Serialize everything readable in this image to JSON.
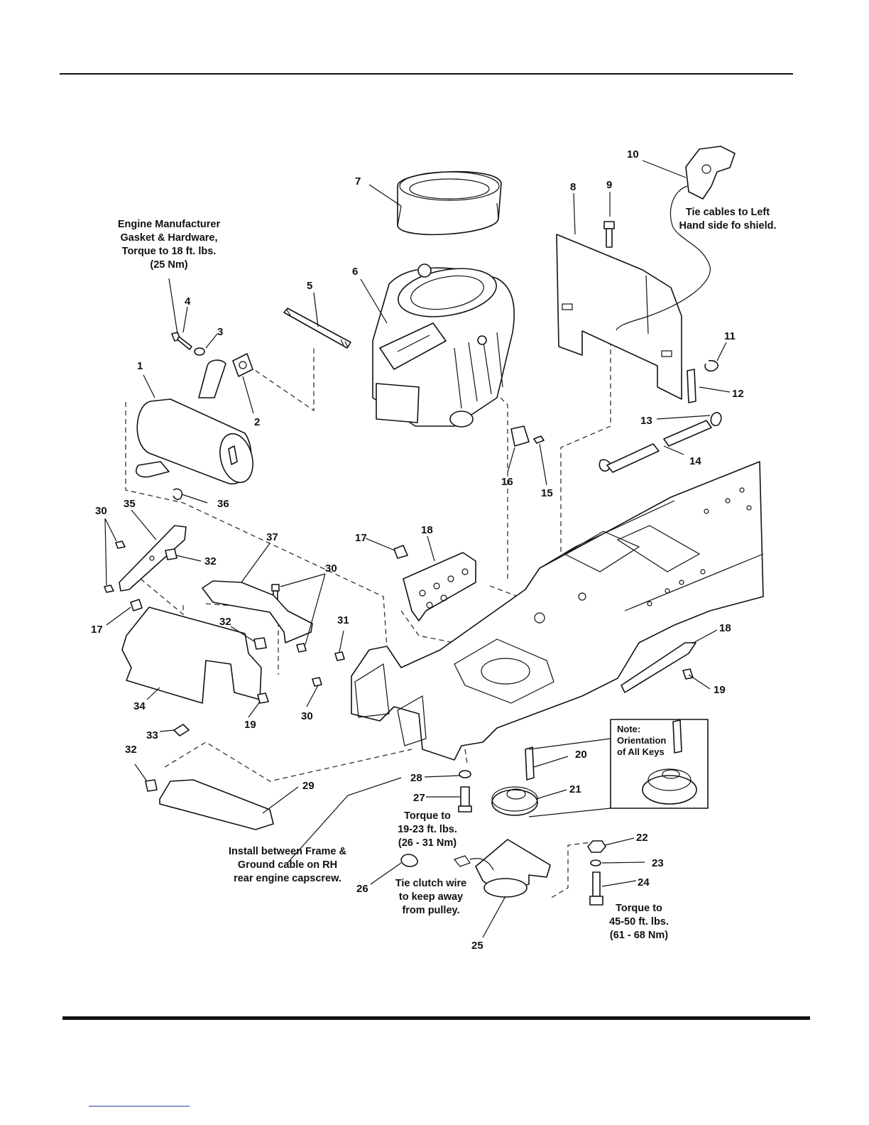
{
  "callouts": [
    {
      "id": "c1",
      "text": "1"
    },
    {
      "id": "c2",
      "text": "2"
    },
    {
      "id": "c3",
      "text": "3"
    },
    {
      "id": "c4",
      "text": "4"
    },
    {
      "id": "c5",
      "text": "5"
    },
    {
      "id": "c6",
      "text": "6"
    },
    {
      "id": "c7",
      "text": "7"
    },
    {
      "id": "c8",
      "text": "8"
    },
    {
      "id": "c9",
      "text": "9"
    },
    {
      "id": "c10",
      "text": "10"
    },
    {
      "id": "c11",
      "text": "11"
    },
    {
      "id": "c12",
      "text": "12"
    },
    {
      "id": "c13",
      "text": "13"
    },
    {
      "id": "c14",
      "text": "14"
    },
    {
      "id": "c15",
      "text": "15"
    },
    {
      "id": "c16",
      "text": "16"
    },
    {
      "id": "c17a",
      "text": "17"
    },
    {
      "id": "c17b",
      "text": "17"
    },
    {
      "id": "c18a",
      "text": "18"
    },
    {
      "id": "c18b",
      "text": "18"
    },
    {
      "id": "c19a",
      "text": "19"
    },
    {
      "id": "c19b",
      "text": "19"
    },
    {
      "id": "c20",
      "text": "20"
    },
    {
      "id": "c21",
      "text": "21"
    },
    {
      "id": "c22",
      "text": "22"
    },
    {
      "id": "c23",
      "text": "23"
    },
    {
      "id": "c24",
      "text": "24"
    },
    {
      "id": "c25",
      "text": "25"
    },
    {
      "id": "c26",
      "text": "26"
    },
    {
      "id": "c27",
      "text": "27"
    },
    {
      "id": "c28",
      "text": "28"
    },
    {
      "id": "c29",
      "text": "29"
    },
    {
      "id": "c30a",
      "text": "30"
    },
    {
      "id": "c30b",
      "text": "30"
    },
    {
      "id": "c30c",
      "text": "30"
    },
    {
      "id": "c31",
      "text": "31"
    },
    {
      "id": "c32a",
      "text": "32"
    },
    {
      "id": "c32b",
      "text": "32"
    },
    {
      "id": "c32c",
      "text": "32"
    },
    {
      "id": "c33",
      "text": "33"
    },
    {
      "id": "c34",
      "text": "34"
    },
    {
      "id": "c35",
      "text": "35"
    },
    {
      "id": "c36",
      "text": "36"
    },
    {
      "id": "c37",
      "text": "37"
    }
  ],
  "notes": {
    "engine_gasket": [
      "Engine Manufacturer",
      "Gasket & Hardware,",
      "Torque to 18 ft. lbs.",
      "(25 Nm)"
    ],
    "tie_cables": [
      "Tie cables to Left",
      "Hand side fo shield."
    ],
    "install_ground": [
      "Install between Frame &",
      "Ground cable on RH",
      "rear engine capscrew."
    ],
    "torque_27": [
      "Torque to",
      "19-23 ft. lbs.",
      "(26 - 31 Nm)"
    ],
    "tie_clutch": [
      "Tie clutch wire",
      "to keep away",
      "from pulley."
    ],
    "torque_24": [
      "Torque to",
      "45-50 ft. lbs.",
      "(61 - 68 Nm)"
    ],
    "keys_note": [
      "Note:",
      "Orientation",
      "of All Keys"
    ]
  }
}
